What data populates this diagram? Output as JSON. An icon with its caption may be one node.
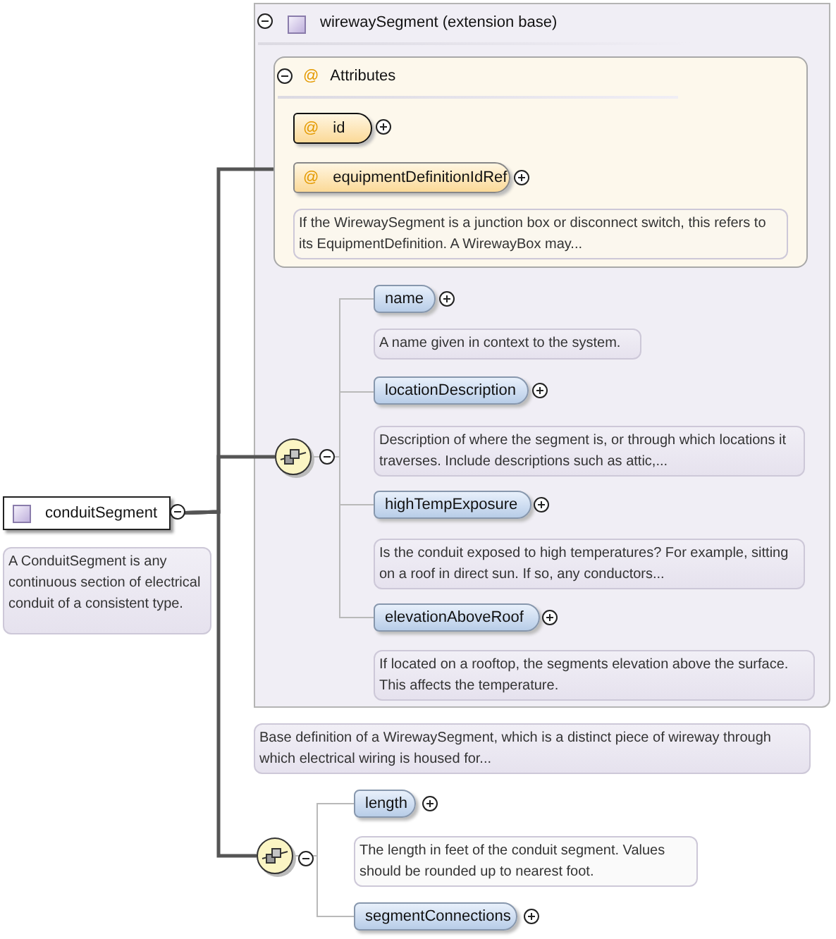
{
  "diagram": {
    "nodes": [
      {
        "text": [
          "conduitSegment"
        ],
        "beside": [
          "A ConduitSegment is any continuous section of electrical conduit of a consistent type."
        ]
      },
      {
        "text": [
          "wirewaySegment (extension base)"
        ],
        "beside": [
          "Base definition of a WirewaySegment, which is a distinct piece of wireway through which electrical wiring is housed for..."
        ]
      },
      {
        "text": [
          "@",
          "Attributes"
        ],
        "in": 1
      },
      {
        "text": [
          "@",
          "id"
        ],
        "in": 2
      },
      {
        "text": [
          "@",
          "equipmentDefinitionIdRef"
        ],
        "in": 2,
        "beside": [
          "If the WirewaySegment is a junction box or disconnect switch, this refers to its EquipmentDefinition. A WirewayBox may..."
        ]
      },
      {
        "text": [],
        "shape": "circle",
        "in": 1
      },
      {
        "text": [
          "name"
        ],
        "in": 1,
        "beside": [
          "A name given in context to the system."
        ]
      },
      {
        "text": [
          "locationDescription"
        ],
        "in": 1,
        "beside": [
          "Description of where the segment is, or through which locations it traverses. Include descriptions such as attic,..."
        ]
      },
      {
        "text": [
          "highTempExposure"
        ],
        "in": 1,
        "beside": [
          "Is the conduit exposed to high temperatures? For example, sitting on a roof in direct sun. If so, any conductors..."
        ]
      },
      {
        "text": [
          "elevationAboveRoof"
        ],
        "in": 1,
        "beside": [
          "If located on a rooftop, the segments elevation above the surface. This affects the temperature."
        ]
      },
      {
        "text": [],
        "shape": "circle"
      },
      {
        "text": [
          "length"
        ],
        "beside": [
          "The length in feet of the conduit segment. Values should be rounded up to nearest foot."
        ]
      },
      {
        "text": [
          "segmentConnections"
        ]
      }
    ],
    "edges": [
      {
        "from": 0,
        "to": 2,
        "arrow": "none",
        "style": "thick",
        "color": "#555555"
      },
      {
        "from": 0,
        "to": 5,
        "arrow": "none",
        "style": "thick",
        "color": "#555555"
      },
      {
        "from": 0,
        "to": 10,
        "arrow": "none",
        "style": "thick",
        "color": "#555555"
      },
      {
        "from": 5,
        "to": 6,
        "arrow": "none"
      },
      {
        "from": 5,
        "to": 7,
        "arrow": "none"
      },
      {
        "from": 5,
        "to": 8,
        "arrow": "none"
      },
      {
        "from": 5,
        "to": 9,
        "arrow": "none"
      },
      {
        "from": 10,
        "to": 11,
        "arrow": "none"
      },
      {
        "from": 10,
        "to": 12,
        "arrow": "none"
      }
    ]
  }
}
